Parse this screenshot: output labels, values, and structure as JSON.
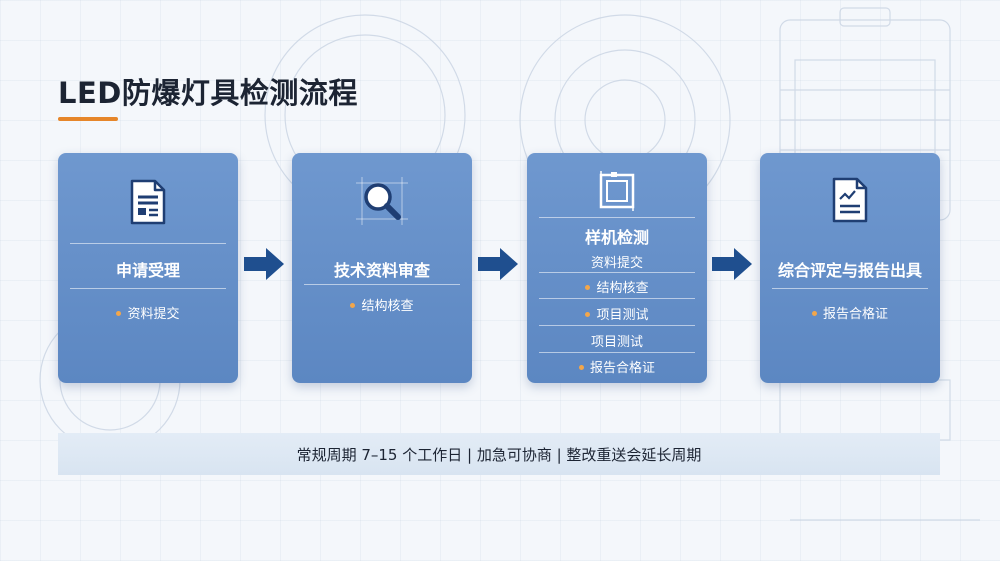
{
  "title": "LED防爆灯具检测流程",
  "steps": [
    {
      "title": "申请受理",
      "icon": "document-icon",
      "items": [
        "资料提交"
      ]
    },
    {
      "title": "技术资料审查",
      "icon": "magnifier-icon",
      "items": [
        "结构核查"
      ]
    },
    {
      "title": "样机检测",
      "icon": "blueprint-icon",
      "items": [
        "资料提交",
        "结构核查",
        "项目测试",
        "项目测试",
        "报告合格证"
      ]
    },
    {
      "title": "综合评定与报告出具",
      "icon": "report-icon",
      "items": [
        "报告合格证"
      ]
    }
  ],
  "footer": "常规周期 7–15 个工作日 | 加急可协商 | 整改重送会延长周期",
  "colors": {
    "card": "#6690c9",
    "accent": "#e6862a",
    "arrow": "#1f4f8f",
    "bullet": "#f3a64a"
  }
}
